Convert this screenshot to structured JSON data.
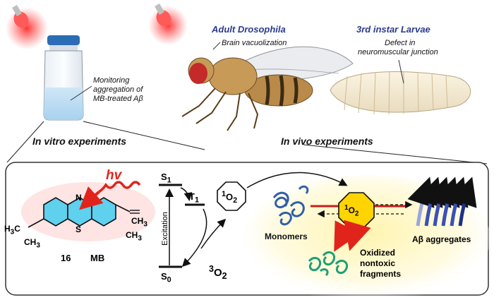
{
  "top": {
    "vial_note": [
      "Monitoring",
      "aggregation of",
      "MB-treated Aβ"
    ],
    "adult_title": "Adult Drosophila",
    "adult_note": "Brain vacuolization",
    "larvae_title": "3rd instar Larvae",
    "larvae_note": [
      "Defect in",
      "neuromuscular junction"
    ],
    "in_vitro": "In vitro experiments",
    "in_vivo": "In vivo experiments"
  },
  "mechanism": {
    "hv": "hv",
    "compound_number": "16",
    "compound_name": "MB",
    "left_group": "H3C",
    "left_group2": "CH3",
    "right_group": "CH3",
    "right_group2": "CH3",
    "ring_n": "N",
    "ring_s": "S",
    "s1": "S1",
    "t1": "T1",
    "s0": "S0",
    "excitation": "Excitation",
    "singlet_oxygen": "1O2",
    "triplet_oxygen": "3O2",
    "monomers": "Monomers",
    "oxidized": [
      "Oxidized",
      "nontoxic",
      "fragments"
    ],
    "aggregates": "Aβ aggregates",
    "center_oxygen": "1O2"
  },
  "colors": {
    "title_blue": "#2b3a8c",
    "ring_fill": "#5fd0ee",
    "glow_red": "#ff3b30",
    "oxygen_yellow": "#ffd400",
    "arrow_red": "#e0241b",
    "monomer_blue": "#2f5fa8",
    "fragment_green": "#1f9e76",
    "aggregate_blue": "#3a4fb8"
  }
}
